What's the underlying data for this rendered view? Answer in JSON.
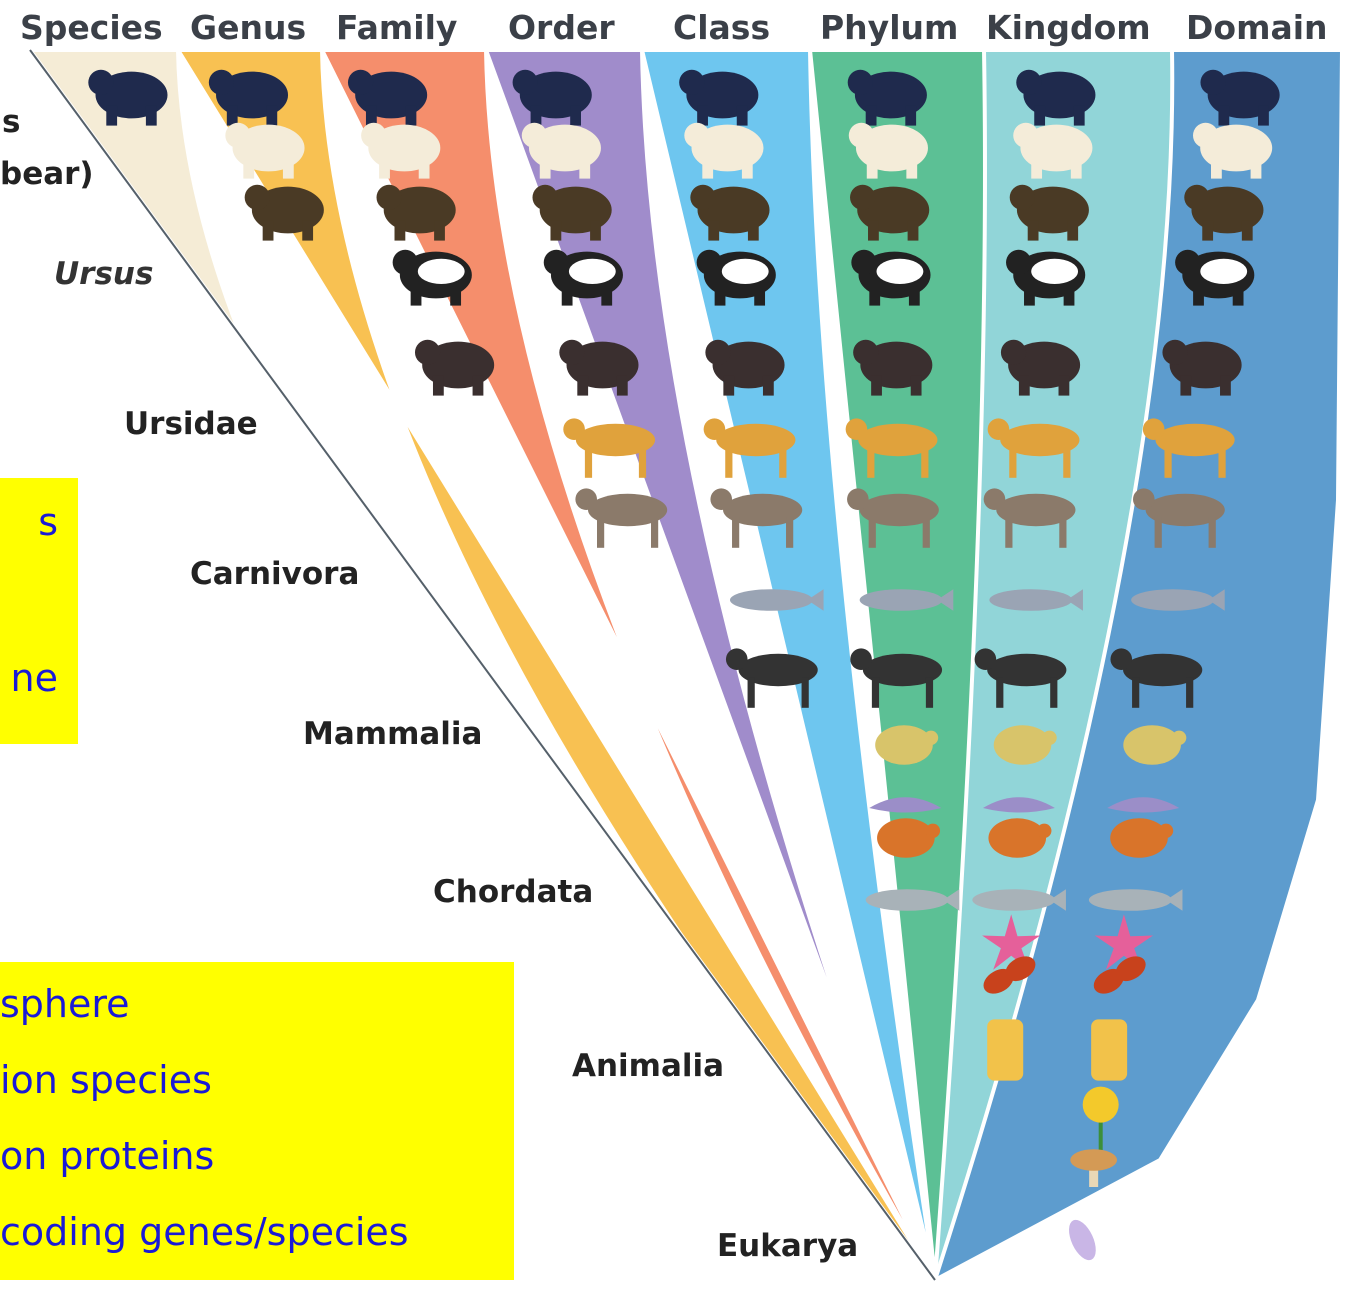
{
  "headers": [
    "Species",
    "Genus",
    "Family",
    "Order",
    "Class",
    "Phylum",
    "Kingdom",
    "Domain"
  ],
  "levels": {
    "species_fragment_1": "s",
    "species_fragment_2": "bear)",
    "genus": "Ursus",
    "family": "Ursidae",
    "order": "Carnivora",
    "class": "Mammalia",
    "phylum": "Chordata",
    "kingdom": "Animalia",
    "domain": "Eukarya"
  },
  "note_left": {
    "line1": "s",
    "line2": "ne"
  },
  "note_bottom": {
    "line1": "sphere",
    "line2": "ion species",
    "line3": "on proteins",
    "line4": "coding genes/species"
  },
  "band_colors": [
    "#f5ecd6",
    "#f8c152",
    "#f58e6c",
    "#a08ccb",
    "#6ec6ef",
    "#5cc095",
    "#91d5d8",
    "#5d9cce"
  ],
  "organisms": [
    "black bear",
    "polar bear",
    "brown bear",
    "giant panda",
    "spectacled bear",
    "leopard",
    "wolf",
    "dolphin",
    "zebra",
    "frog",
    "bird",
    "turtle",
    "fish",
    "sea star",
    "butterfly",
    "sponge",
    "daffodil",
    "mushroom",
    "protist"
  ],
  "colors": {
    "note_bg": "#ffff00",
    "note_text": "#1a1ad6",
    "header_text": "#3b4048"
  }
}
